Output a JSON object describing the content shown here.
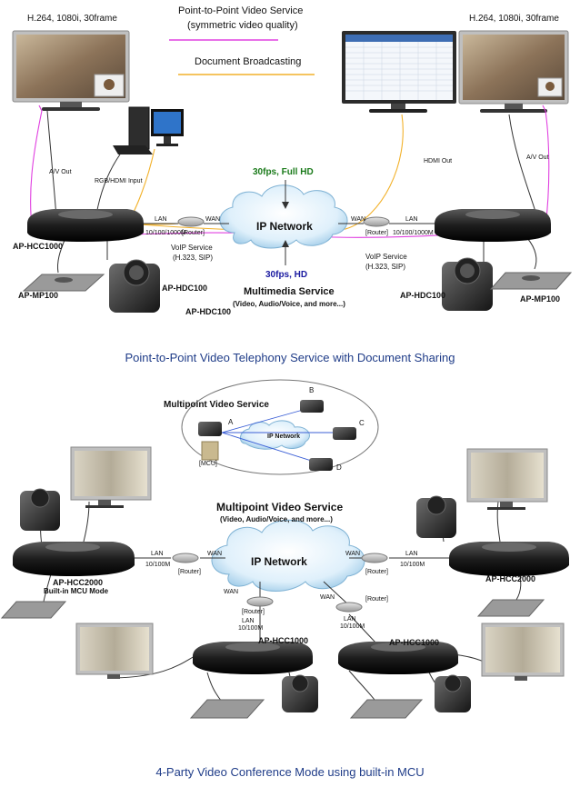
{
  "top": {
    "left_spec": "H.264, 1080i, 30frame",
    "right_spec": "H.264, 1080i, 30frame",
    "legend_p2p_title": "Point-to-Point Video Service",
    "legend_p2p_sub": "(symmetric video quality)",
    "legend_doc": "Document Broadcasting",
    "av_out_left": "A/V Out",
    "av_out_right": "A/V Out",
    "rgb_input": "RGB/HDMI  Input",
    "hdmi_out": "HDMI  Out",
    "fps_full_hd": "30fps, Full HD",
    "fps_hd": "30fps, HD",
    "ip_network": "IP Network",
    "lan_left": "LAN",
    "wan_left": "WAN",
    "router_left": "[Router]",
    "speed_left": "10/100/1000M",
    "lan_right": "LAN",
    "wan_right": "WAN",
    "router_right": "[Router]",
    "speed_right": "10/100/1000M",
    "hcc_left": "AP-HCC1000",
    "voip_left_1": "VoIP Service",
    "voip_left_2": "(H.323, SIP)",
    "voip_right_1": "VoIP Service",
    "voip_right_2": "(H.323, SIP)",
    "mp_left": "AP-MP100",
    "hdc_left": "AP-HDC100",
    "hdc_left2": "AP-HDC100",
    "hdc_right": "AP-HDC100",
    "mp_right": "AP-MP100",
    "multimedia_title": "Multimedia Service",
    "multimedia_sub": "(Video, Audio/Voice, and more...)",
    "caption": "Point-to-Point Video Telephony Service with Document Sharing"
  },
  "bottom": {
    "mp_service_title": "Multipoint Video Service",
    "node_a": "A",
    "node_b": "B",
    "node_c": "C",
    "node_d": "D",
    "mcu": "[MCU]",
    "ip_network_small": "IP Network",
    "mp_service_big": "Multipoint Video Service",
    "mp_service_sub": "(Video, Audio/Voice, and more...)",
    "ip_network": "IP Network",
    "lan_l": "LAN",
    "speed_l": "10/100M",
    "router_l": "[Router]",
    "wan_l": "WAN",
    "wan_r": "WAN",
    "lan_r": "LAN",
    "router_r": "[Router]",
    "speed_r": "10/100M",
    "hcc2000_l_1": "AP-HCC2000",
    "hcc2000_l_2": "Built-in MCU Mode",
    "hcc2000_r": "AP-HCC2000",
    "wan_bl": "WAN",
    "router_bl": "[Router]",
    "lan_bl": "LAN",
    "speed_bl": "10/100M",
    "wan_br": "WAN",
    "router_br": "[Router]",
    "lan_br": "LAN",
    "speed_br": "10/100M",
    "hcc1000_l": "AP-HCC1000",
    "hcc1000_r": "AP-HCC1000",
    "caption": "4-Party Video Conference Mode using built-in MCU"
  },
  "colors": {
    "p2p_line": "#e040e0",
    "doc_line": "#f2b12a",
    "cable": "#333333",
    "green_label": "#1a7a1a",
    "blue_label": "#1a1aa0",
    "caption": "#1f3c88"
  }
}
